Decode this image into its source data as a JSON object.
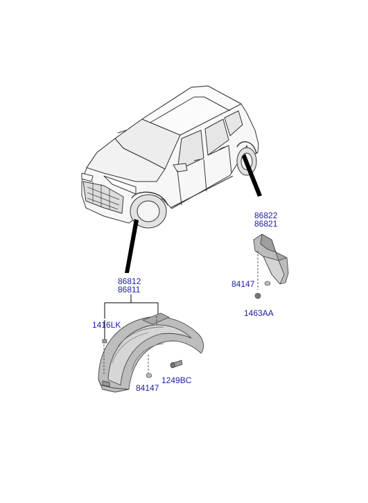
{
  "colors": {
    "label": "#1a1aa8",
    "line": "#000000",
    "part_fill": "#c9c9c9",
    "part_shade": "#8e8e8e",
    "vehicle_line": "#333333"
  },
  "callouts": {
    "front_liner_number_1": "86812",
    "front_liner_number_2": "86811",
    "rear_guard_number_1": "86822",
    "rear_guard_number_2": "86821"
  },
  "parts": {
    "front_clip": "1416LK",
    "front_nut": "84147",
    "front_screw": "1249BC",
    "rear_nut": "84147",
    "rear_clip": "1463AA"
  },
  "icons": [
    "vehicle-illustration",
    "front-wheel-guard",
    "rear-mud-guard",
    "screw-icon",
    "nut-icon",
    "clip-icon"
  ]
}
